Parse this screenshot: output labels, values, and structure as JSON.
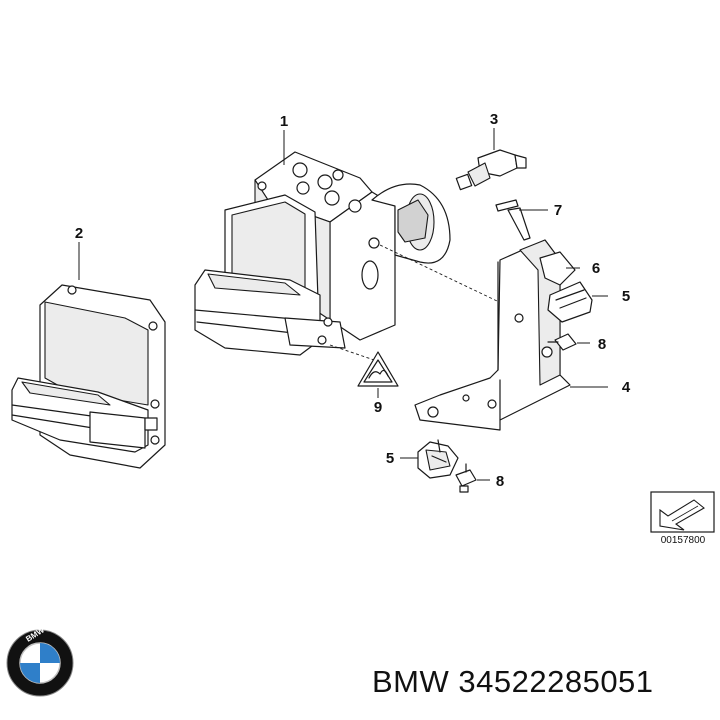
{
  "callouts": {
    "c1": "1",
    "c2": "2",
    "c3": "3",
    "c4": "4",
    "c5a": "5",
    "c5b": "5",
    "c6": "6",
    "c7": "7",
    "c8a": "8",
    "c8b": "8",
    "c9": "9"
  },
  "reference_code": "00157800",
  "brand": "BMW",
  "part_number": "34522285051",
  "logo_letters": "BMW",
  "colors": {
    "line": "#1a1a1a",
    "logo_blue": "#2f7fc9",
    "logo_ring": "#111111"
  }
}
